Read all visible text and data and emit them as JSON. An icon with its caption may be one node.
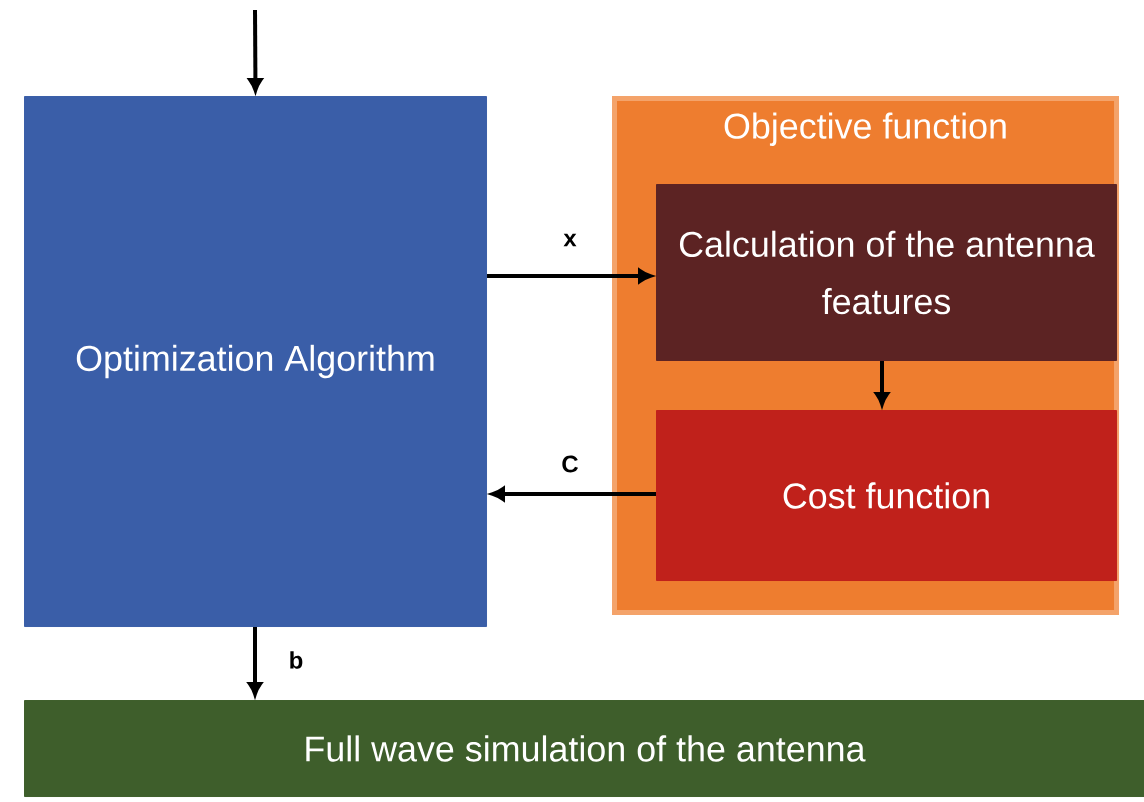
{
  "diagram": {
    "nodes": [
      {
        "text": [
          "Optimization Algorithm"
        ]
      },
      {
        "text": [
          "Objective function"
        ]
      },
      {
        "text": [
          "Calculation of the antenna features"
        ],
        "in": 1
      },
      {
        "text": [
          "Cost function"
        ],
        "in": 1
      },
      {
        "text": [
          "Full wave simulation of the antenna"
        ]
      }
    ],
    "edges": [
      {
        "from": null,
        "to": 0,
        "arrow": "to"
      },
      {
        "from": 0,
        "to": 2,
        "arrow": "to",
        "label": "x"
      },
      {
        "from": 2,
        "to": 3,
        "arrow": "to"
      },
      {
        "from": 3,
        "to": 0,
        "arrow": "to",
        "label": "C"
      },
      {
        "from": 0,
        "to": 4,
        "arrow": "to",
        "label": "b"
      }
    ]
  }
}
